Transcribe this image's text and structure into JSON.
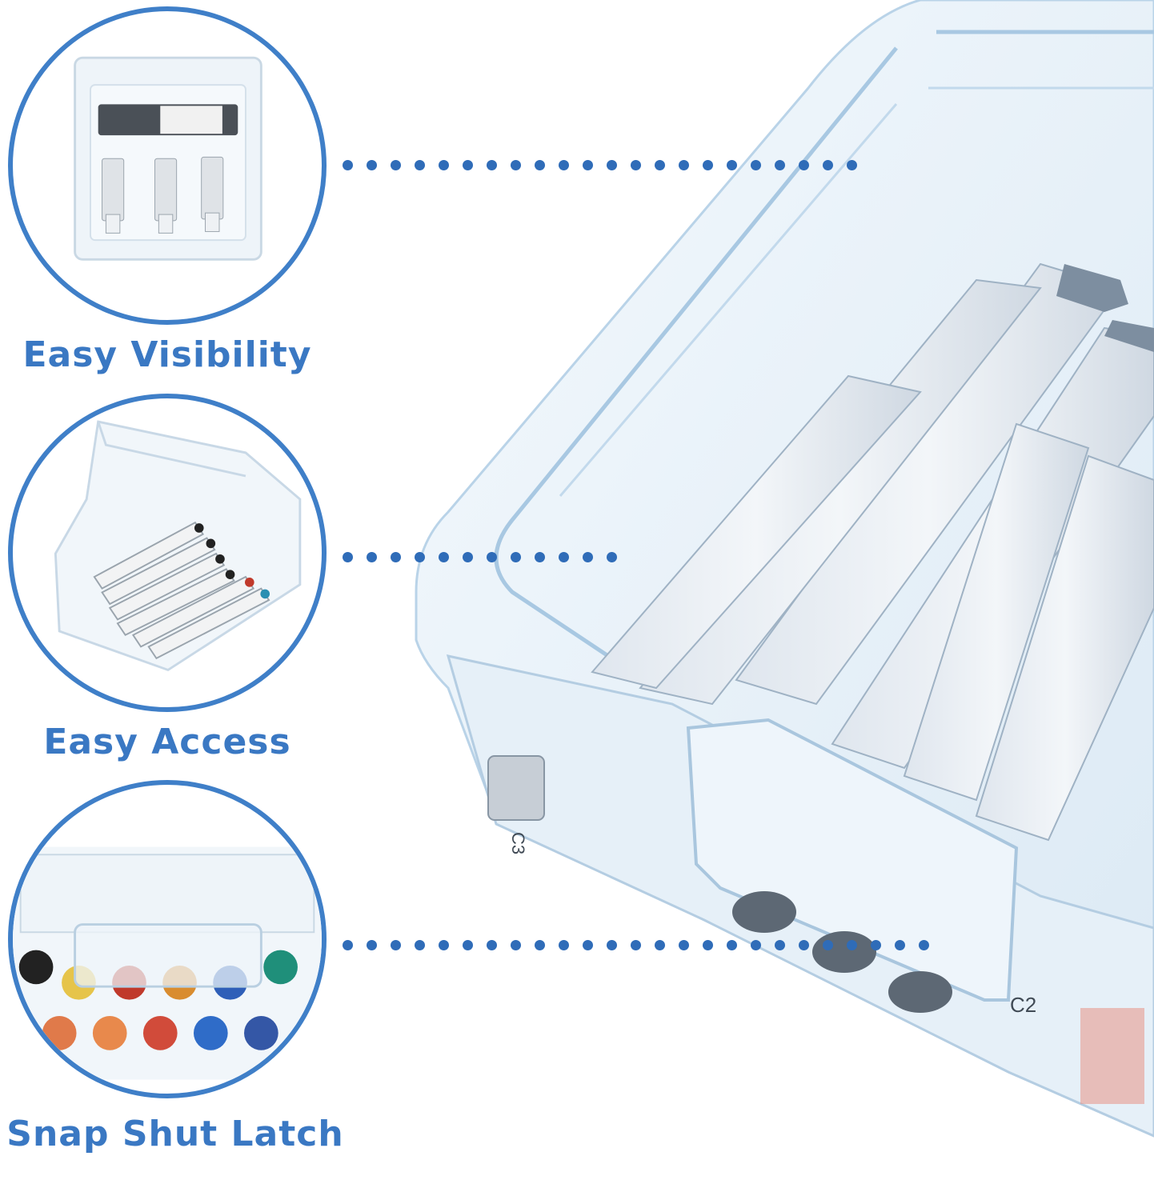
{
  "features": [
    {
      "label": "Easy Visibility",
      "icon": "paint-tubes-case"
    },
    {
      "label": "Easy Access",
      "icon": "open-marker-case"
    },
    {
      "label": "Snap Shut Latch",
      "icon": "latched-marker-case"
    }
  ],
  "accent_color": "#3f7fc8",
  "label_color": "#3a78c3",
  "connector_color": "#2f6cb8",
  "marker_labels": [
    "C3",
    "C2"
  ]
}
